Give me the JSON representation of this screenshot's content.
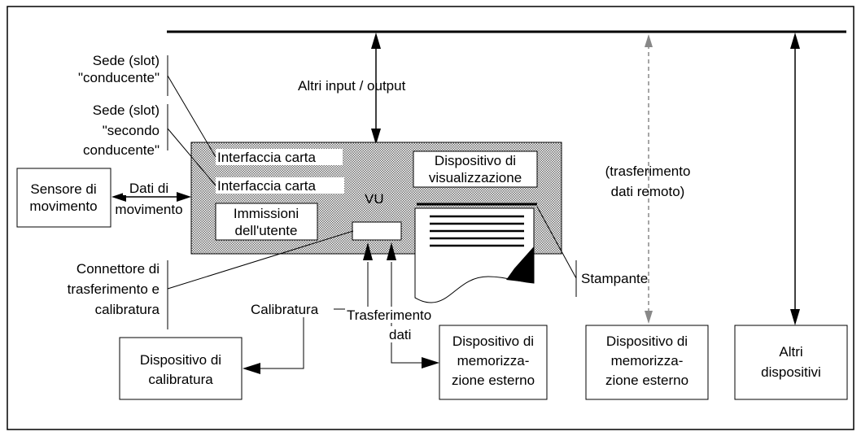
{
  "labels": {
    "sede_conducente_1": "Sede (slot)",
    "sede_conducente_2": "\"conducente\"",
    "sede_secondo_1": "Sede (slot)",
    "sede_secondo_2": "\"secondo",
    "sede_secondo_3": "conducente\"",
    "altri_io": "Altri input / output",
    "sensore_1": "Sensore di",
    "sensore_2": "movimento",
    "dati_mov_1": "Dati di",
    "dati_mov_2": "movimento",
    "interfaccia_1": "Interfaccia carta",
    "interfaccia_2": "Interfaccia carta",
    "vu": "VU",
    "display_1": "Dispositivo di",
    "display_2": "visualizzazione",
    "immissioni_1": "Immissioni",
    "immissioni_2": "dell'utente",
    "remoto_1": "(trasferimento",
    "remoto_2": "dati remoto)",
    "connettore_1": "Connettore di",
    "connettore_2": "trasferimento e",
    "connettore_3": "calibratura",
    "stampante": "Stampante",
    "calibratura": "Calibratura",
    "trasferimento_1": "Trasferimento",
    "trasferimento_2": "dati",
    "disp_calib_1": "Dispositivo di",
    "disp_calib_2": "calibratura",
    "mem_est_a_1": "Dispositivo di",
    "mem_est_a_2": "memorizza-",
    "mem_est_a_3": "zione esterno",
    "mem_est_b_1": "Dispositivo di",
    "mem_est_b_2": "memorizza-",
    "mem_est_b_3": "zione esterno",
    "altri_disp_1": "Altri",
    "altri_disp_2": "dispositivi"
  },
  "colors": {
    "vu_fill": "#d9d9d9",
    "line": "#000000",
    "dashed": "#888888"
  }
}
